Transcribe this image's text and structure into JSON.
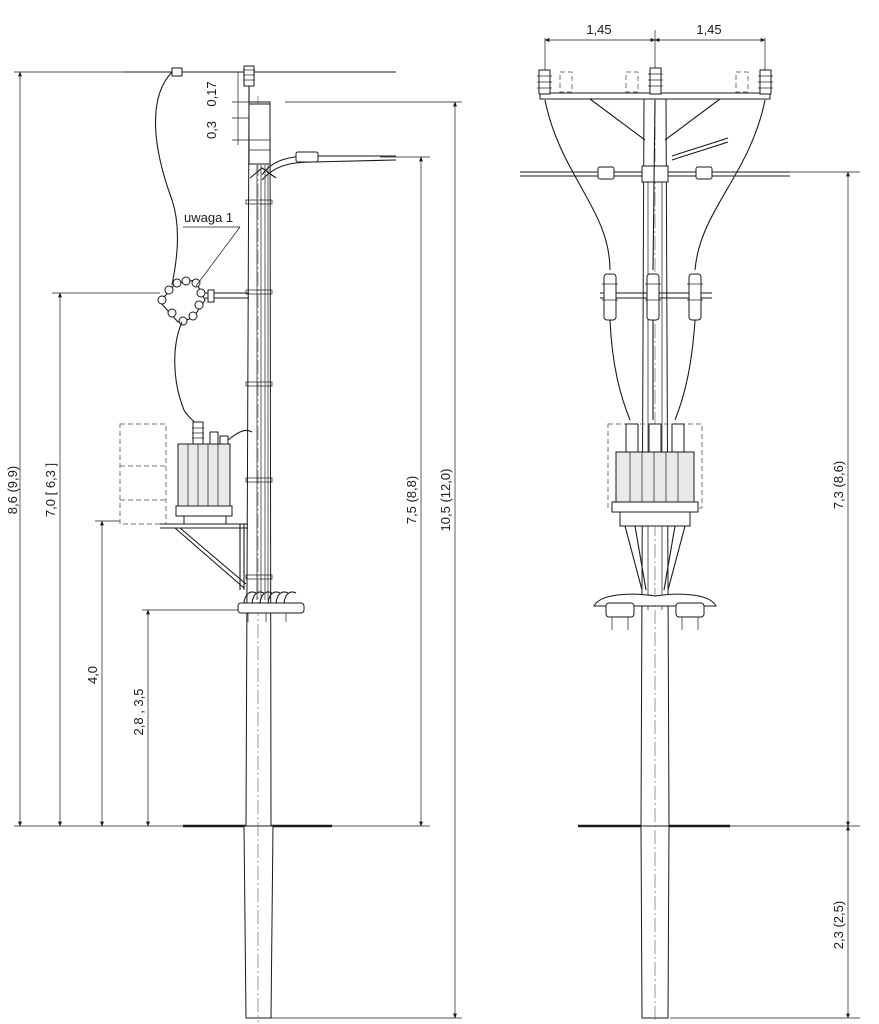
{
  "left_view": {
    "dims": {
      "d_total": "8,6 (9,9)",
      "d_cutout": "7,0 [ 6,3 ]",
      "d_platform": "4,0",
      "d_box": "2,8 , 3,5",
      "d_line": "7,5 (8,8)",
      "d_pole": "10,5 (12,0)",
      "d_017": "0,17",
      "d_03": "0,3"
    },
    "note": "uwaga 1"
  },
  "right_view": {
    "dims": {
      "d_arm_left": "1,45",
      "d_arm_right": "1,45",
      "d_line": "7,3 (8,6)",
      "d_embed": "2,3 (2,5)"
    }
  }
}
